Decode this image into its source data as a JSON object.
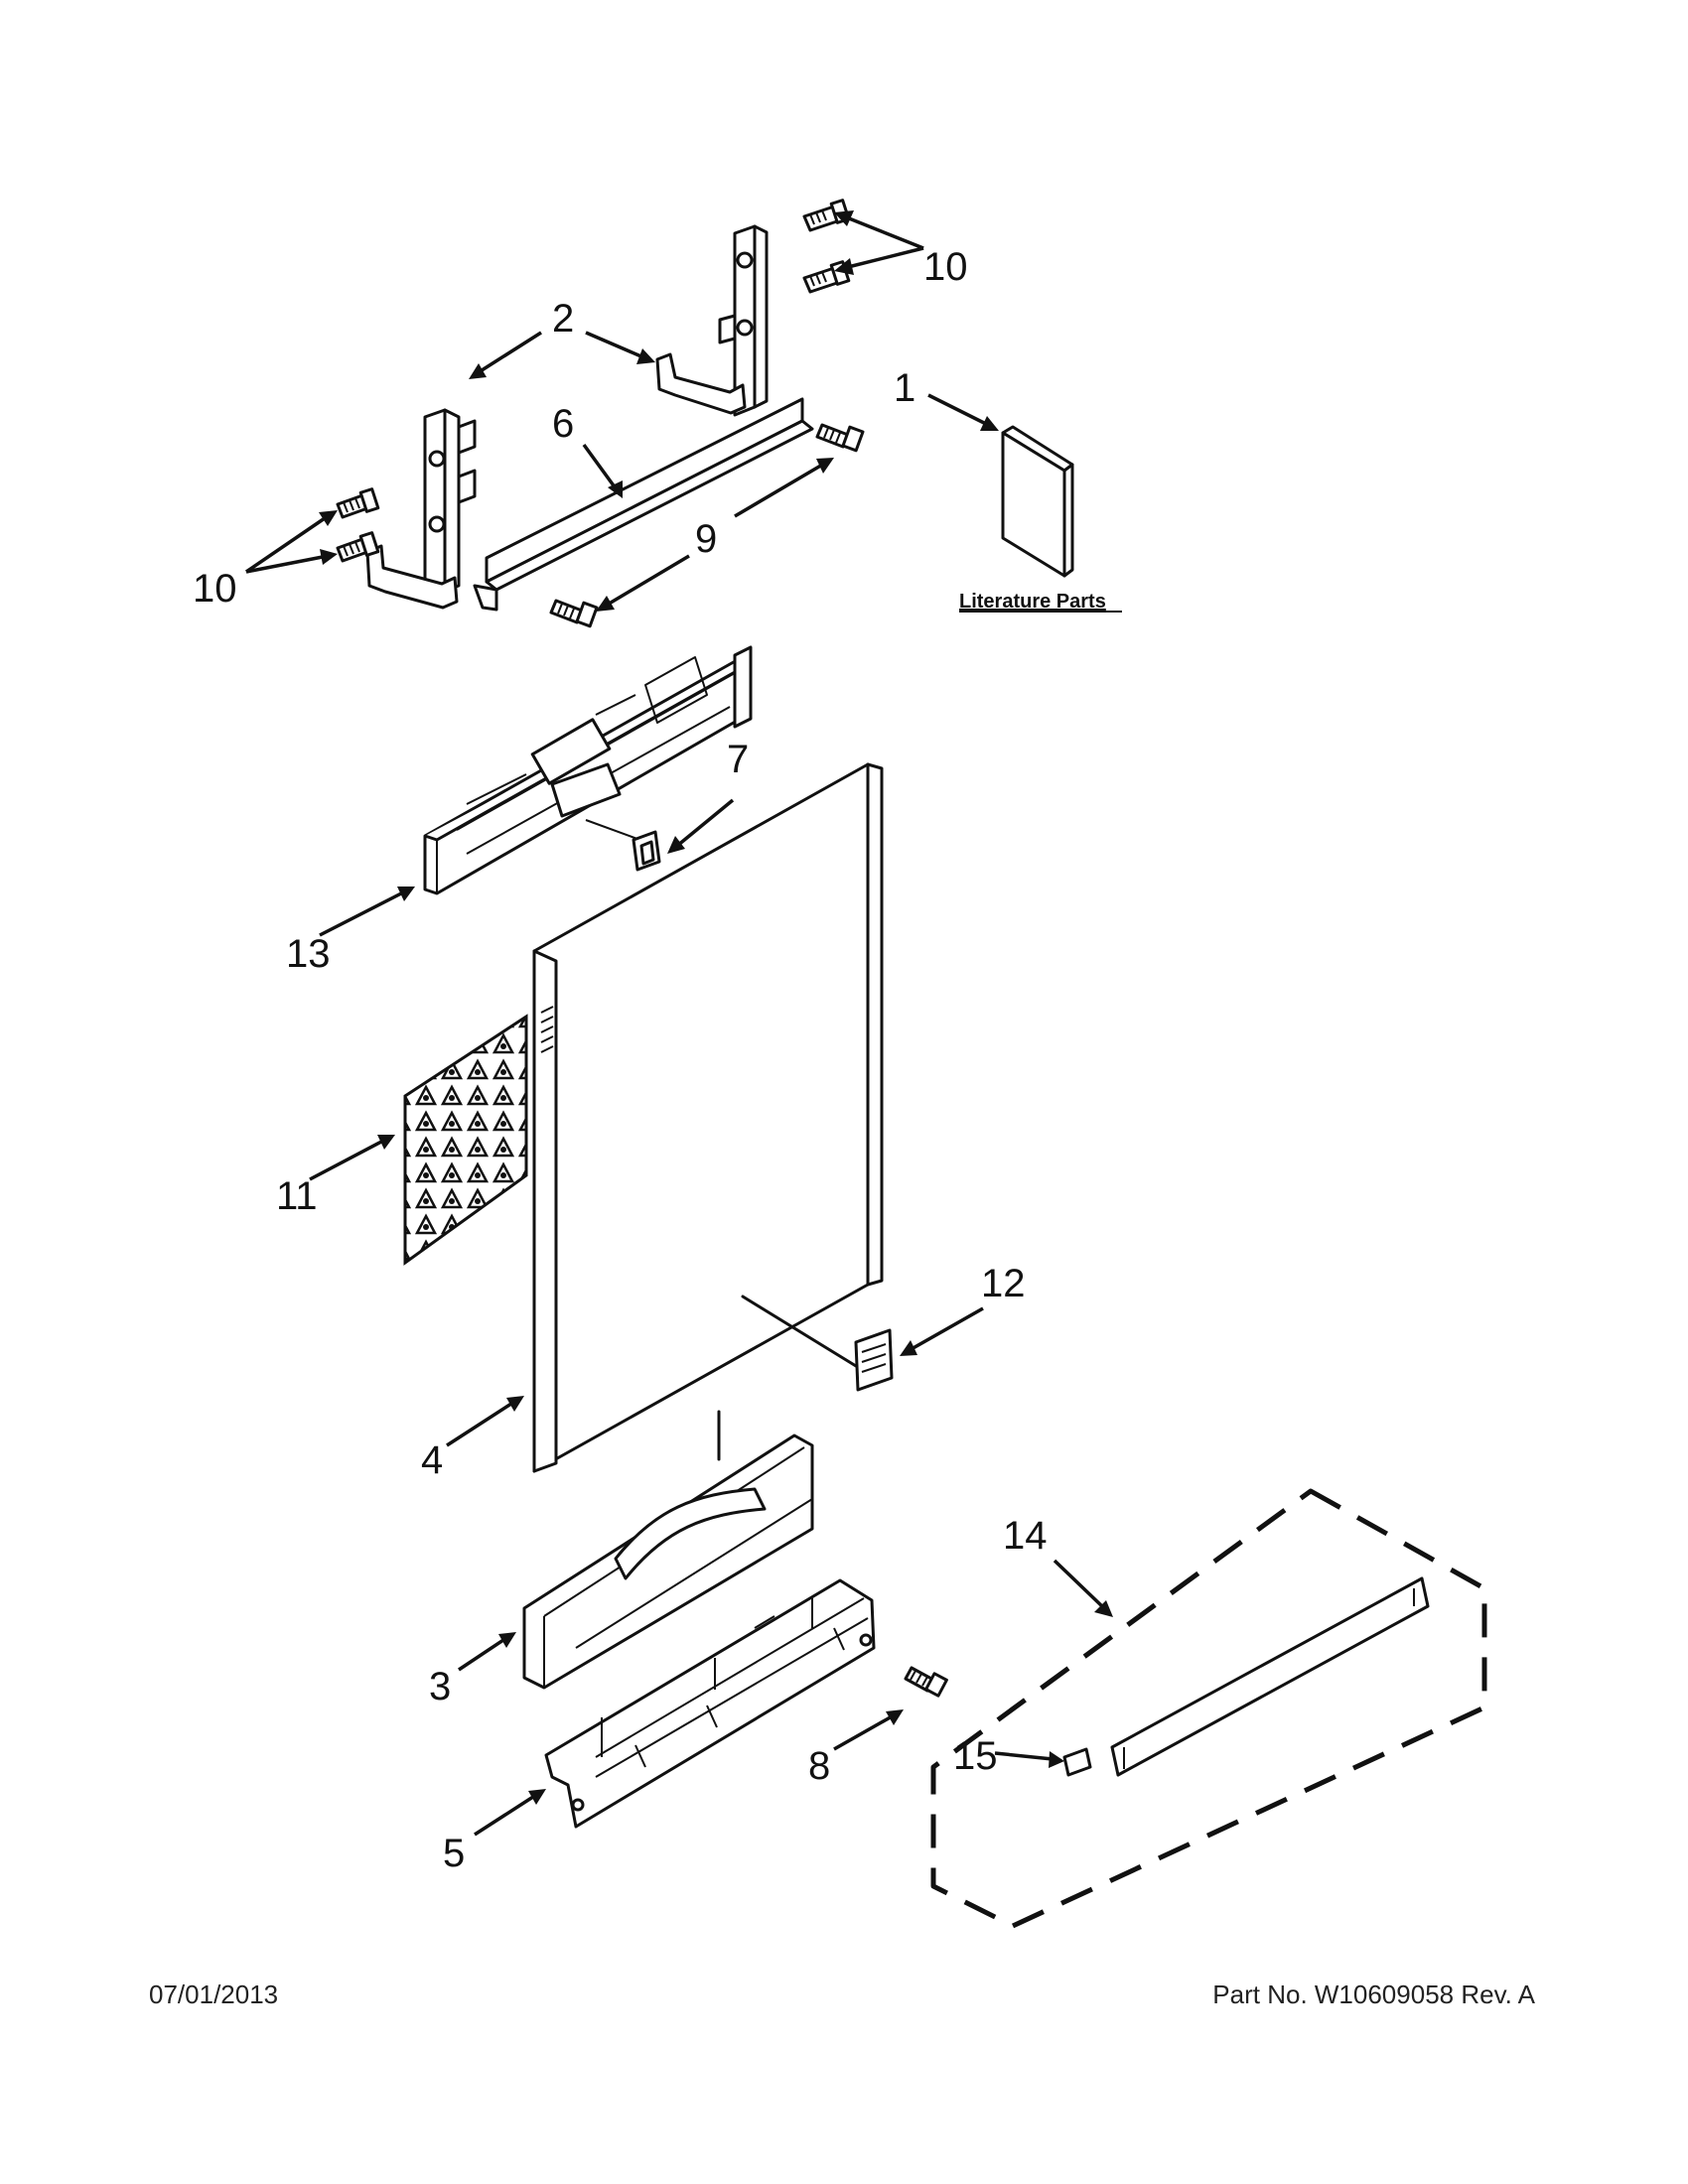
{
  "callouts": {
    "c1": "1",
    "c2": "2",
    "c3": "3",
    "c4": "4",
    "c5": "5",
    "c6": "6",
    "c7": "7",
    "c8": "8",
    "c9": "9",
    "c10_top": "10",
    "c10_left": "10",
    "c11": "11",
    "c12": "12",
    "c13": "13",
    "c14": "14",
    "c15": "15"
  },
  "literature_label": "Literature Parts",
  "footer": {
    "date": "07/01/2013",
    "part_number": "Part No.  W10609058  Rev.  A"
  }
}
